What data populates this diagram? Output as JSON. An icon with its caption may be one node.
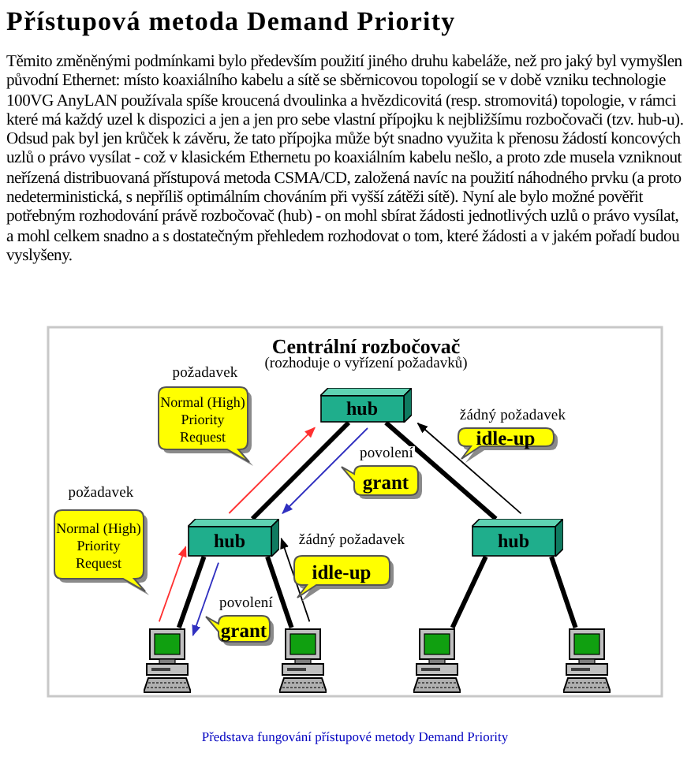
{
  "diagram": {
    "title": "Přístupová metoda Demand Priority",
    "caption": "Představa fungování přístupové metody Demand Priority",
    "nodes": [
      {
        "text": [
          "hub"
        ],
        "beside": [
          "Centrální rozbočovač",
          "(rozhoduje o vyřízení požadavků)"
        ]
      },
      {
        "text": [
          "hub"
        ]
      },
      {
        "text": [
          "hub"
        ]
      },
      {
        "text": [],
        "shape": "computer"
      },
      {
        "text": [],
        "shape": "computer"
      },
      {
        "text": [],
        "shape": "computer"
      },
      {
        "text": [],
        "shape": "computer"
      },
      {
        "text": [
          "požadavek",
          "Normal (High) Priority Request"
        ]
      },
      {
        "text": [
          "povolení",
          "grant"
        ]
      },
      {
        "text": [
          "žádný požadavek",
          "idle-up"
        ]
      },
      {
        "text": [
          "požadavek",
          "Normal (High) Priority Request"
        ]
      },
      {
        "text": [
          "povolení",
          "grant"
        ]
      },
      {
        "text": [
          "žádný požadavek",
          "idle-up"
        ]
      }
    ],
    "edges": [
      {
        "from": 0,
        "to": 1,
        "arrow": "none",
        "style": "thick"
      },
      {
        "from": 0,
        "to": 2,
        "arrow": "none",
        "style": "thick"
      },
      {
        "from": 1,
        "to": 3,
        "arrow": "none",
        "style": "thick"
      },
      {
        "from": 1,
        "to": 4,
        "arrow": "none",
        "style": "thick"
      },
      {
        "from": 2,
        "to": 5,
        "arrow": "none",
        "style": "thick"
      },
      {
        "from": 2,
        "to": 6,
        "arrow": "none",
        "style": "thick"
      },
      {
        "from": 1,
        "to": 0,
        "arrow": "to",
        "color": "#ff3030"
      },
      {
        "from": 0,
        "to": 1,
        "arrow": "to",
        "color": "#3030c0"
      },
      {
        "from": 3,
        "to": 1,
        "arrow": "to",
        "color": "#ff3030"
      },
      {
        "from": 1,
        "to": 3,
        "arrow": "to",
        "color": "#3030c0"
      },
      {
        "from": 4,
        "to": 1,
        "arrow": "to"
      },
      {
        "from": 2,
        "to": 0,
        "arrow": "to"
      }
    ],
    "labels": [
      "Těmito změněnými podmínkami bylo především použití jiného druhu kabeláže, než pro jaký byl vymyšlen původní Ethernet: místo koaxiálního kabelu a sítě se sběrnicovou topologií se v době vzniku technologie 100VG AnyLAN používala spíše kroucená dvoulinka a hvězdicovitá (resp. stromovitá) topologie, v rámci které má každý uzel k dispozici a jen a jen pro sebe vlastní přípojku k nejbližšímu rozbočovači (tzv. hub-u). Odsud pak byl jen krůček k závěru, že tato přípojka může být snadno využita k přenosu žádostí koncových uzlů o právo vysílat - což v klasickém Ethernetu po koaxiálním kabelu nešlo, a proto zde musela vzniknout neřízená distribuovaná přístupová metoda CSMA/CD, založená navíc na použití náhodného prvku (a proto nedeterministická, s nepříliš optimálním chováním při vyšší zátěži sítě). Nyní ale bylo možné pověřit potřebným rozhodování právě rozbočovač (hub) - on mohl sbírat žádosti jednotlivých uzlů o právo vysílat, a mohl celkem snadno a s dostatečným přehledem rozhodovat o tom, které žádosti a v jakém pořadí budou vyslyšeny."
    ]
  }
}
